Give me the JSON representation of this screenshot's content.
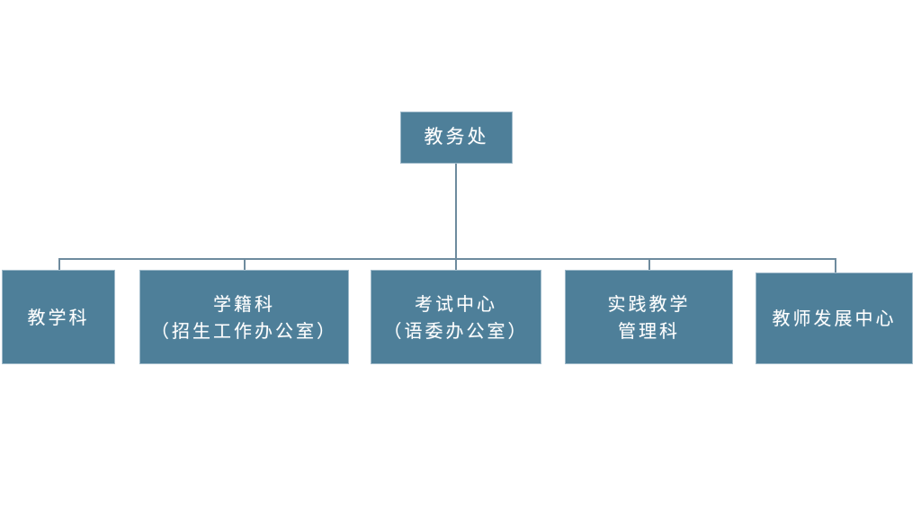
{
  "diagram": {
    "type": "organization-chart",
    "orientation": "top-down",
    "colors": {
      "node_fill": "#4E7F99",
      "node_border": "#9FBACA",
      "node_text": "#FFFFFF",
      "connector": "#6E8B9E",
      "background": "#FFFFFF"
    },
    "root": {
      "label": "教务处",
      "lines": [
        "教务处"
      ]
    },
    "children": [
      {
        "label": "教学科",
        "lines": [
          "教学科"
        ]
      },
      {
        "label": "学籍科（招生工作办公室）",
        "lines": [
          "学籍科",
          "（招生工作办公室）"
        ]
      },
      {
        "label": "考试中心（语委办公室）",
        "lines": [
          "考试中心",
          "（语委办公室）"
        ]
      },
      {
        "label": "实践教学管理科",
        "lines": [
          "实践教学",
          "管理科"
        ]
      },
      {
        "label": "教师发展中心",
        "lines": [
          "教师发展中心"
        ]
      }
    ]
  }
}
